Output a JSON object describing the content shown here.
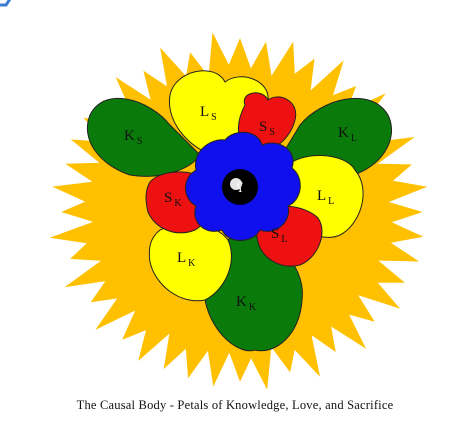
{
  "caption": "The Causal Body - Petals of Knowledge, Love, and Sacrifice",
  "colors": {
    "sun": "#ffc000",
    "knowledge": "#0a7a0a",
    "love": "#ffff00",
    "sacrifice": "#ee1111",
    "center": "#1010ee",
    "jewel": "#000000",
    "outline": "#222222"
  },
  "petals": {
    "k_s": {
      "main": "K",
      "sub": "S"
    },
    "l_s": {
      "main": "L",
      "sub": "S"
    },
    "s_s": {
      "main": "S",
      "sub": "S"
    },
    "k_l": {
      "main": "K",
      "sub": "L"
    },
    "s_k": {
      "main": "S",
      "sub": "K"
    },
    "l_l": {
      "main": "L",
      "sub": "L"
    },
    "l_k": {
      "main": "L",
      "sub": "K"
    },
    "s_l": {
      "main": "S",
      "sub": "L"
    },
    "k_k": {
      "main": "K",
      "sub": "K"
    }
  },
  "center_glyph": "ʕ",
  "icons": {
    "jewel": "jewel-icon"
  }
}
